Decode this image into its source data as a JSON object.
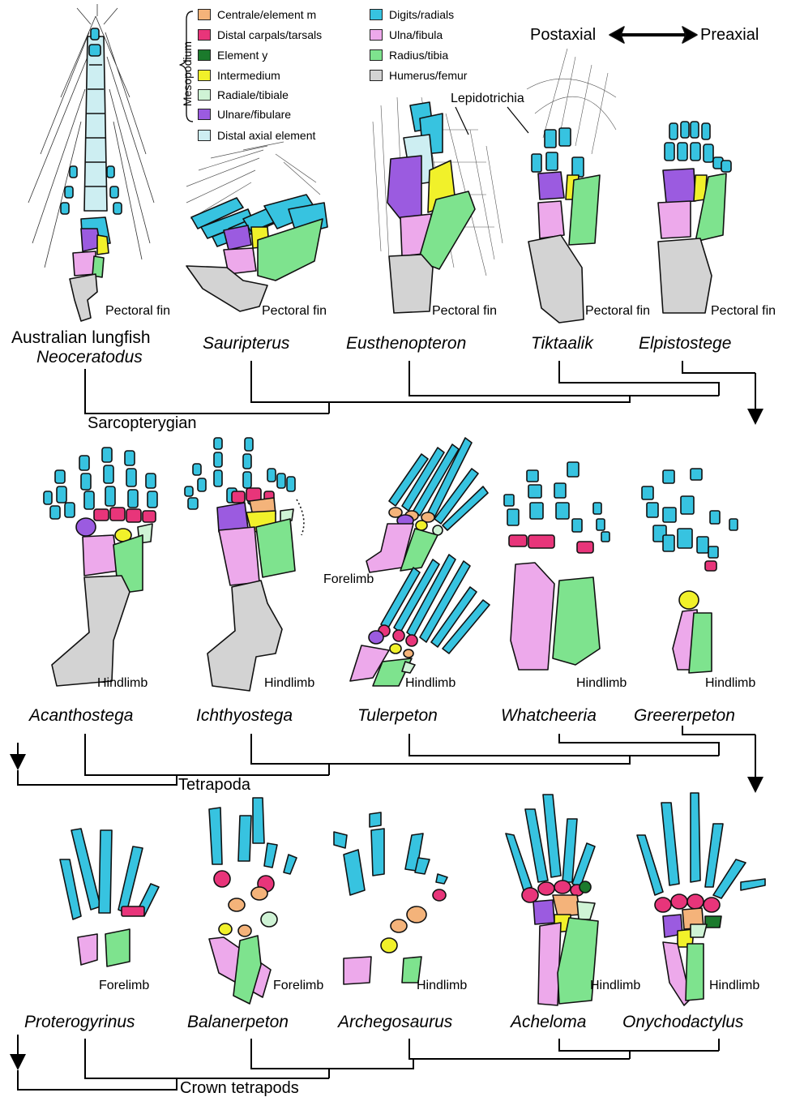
{
  "legend": {
    "group_label": "Mesopodium",
    "items_left": [
      {
        "label": "Centrale/element m",
        "color": "#F4B37A"
      },
      {
        "label": "Distal carpals/tarsals",
        "color": "#E8357A"
      },
      {
        "label": "Element y",
        "color": "#1B7A2C"
      },
      {
        "label": "Intermedium",
        "color": "#F1F12A"
      },
      {
        "label": "Radiale/tibiale",
        "color": "#CFF3D5"
      },
      {
        "label": "Ulnare/fibulare",
        "color": "#9B5BE0"
      },
      {
        "label": "Distal axial element",
        "color": "#CDEEF2"
      }
    ],
    "items_right": [
      {
        "label": "Digits/radials",
        "color": "#37C3E0"
      },
      {
        "label": "Ulna/fibula",
        "color": "#EDA9EB"
      },
      {
        "label": "Radius/tibia",
        "color": "#7EE38E"
      },
      {
        "label": "Humerus/femur",
        "color": "#D3D3D3"
      }
    ]
  },
  "axis": {
    "left": "Postaxial",
    "right": "Preaxial"
  },
  "lepidotrichia_label": "Lepidotrichia",
  "rows": [
    {
      "taxa": [
        {
          "name_line1": "Australian lungfish",
          "name_line2": "Neoceratodus",
          "part": "Pectoral fin"
        },
        {
          "name": "Sauripterus",
          "part": "Pectoral fin"
        },
        {
          "name": "Eusthenopteron",
          "part": "Pectoral fin"
        },
        {
          "name": "Tiktaalik",
          "part": "Pectoral fin"
        },
        {
          "name": "Elpistostege",
          "part": "Pectoral fin"
        }
      ],
      "clade": "Sarcopterygian"
    },
    {
      "taxa": [
        {
          "name": "Acanthostega",
          "part": "Hindlimb"
        },
        {
          "name": "Ichthyostega",
          "part": "Hindlimb"
        },
        {
          "name": "Tulerpeton",
          "part": "Hindlimb",
          "part2": "Forelimb"
        },
        {
          "name": "Whatcheeria",
          "part": "Hindlimb"
        },
        {
          "name": "Greererpeton",
          "part": "Hindlimb"
        }
      ],
      "clade": "Tetrapoda"
    },
    {
      "taxa": [
        {
          "name": "Proterogyrinus",
          "part": "Forelimb"
        },
        {
          "name": "Balanerpeton",
          "part": "Forelimb"
        },
        {
          "name": "Archegosaurus",
          "part": "Hindlimb"
        },
        {
          "name": "Acheloma",
          "part": "Hindlimb"
        },
        {
          "name": "Onychodactylus",
          "part": "Hindlimb"
        }
      ],
      "clade": "Crown tetrapods"
    }
  ]
}
